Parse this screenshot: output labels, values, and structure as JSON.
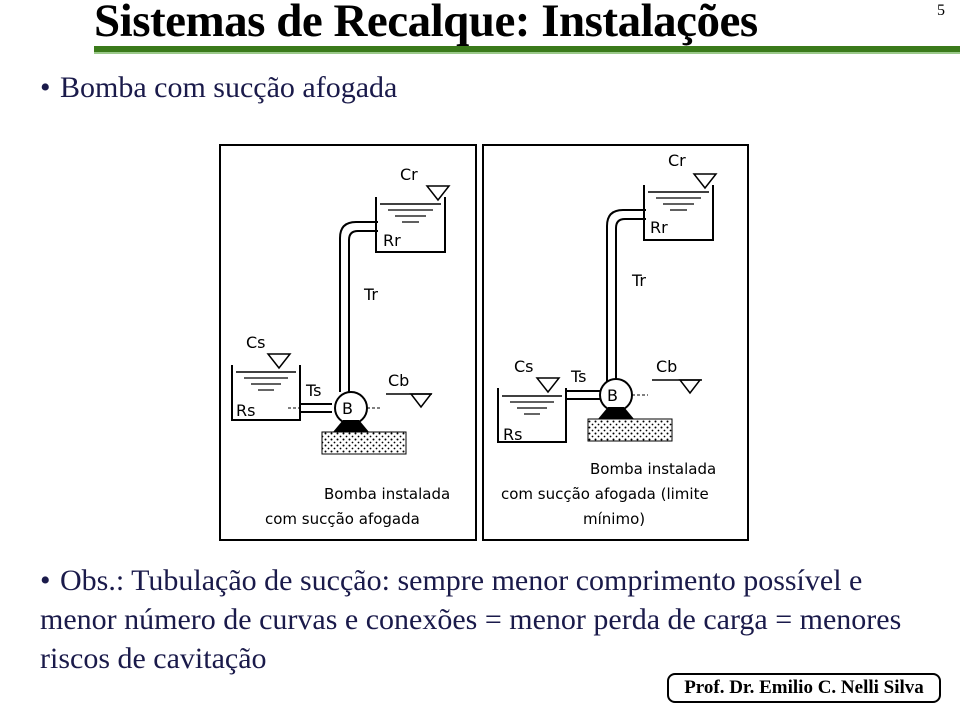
{
  "slide": {
    "title": "Sistemas de Recalque: Instalações",
    "page_number": "5",
    "bullet_1": "Bomba com sucção afogada",
    "bullet_2": "Obs.: Tubulação de sucção: sempre menor comprimento possível e menor número de curvas e conexões = menor perda de carga = menores riscos de cavitação",
    "footer": "Prof. Dr. Emilio C. Nelli Silva"
  },
  "diagram_left": {
    "cr": "Cr",
    "rr": "Rr",
    "tr": "Tr",
    "cs": "Cs",
    "rs": "Rs",
    "ts": "Ts",
    "b": "B",
    "cb": "Cb",
    "caption_1": "Bomba instalada",
    "caption_2": "com sucção afogada"
  },
  "diagram_right": {
    "cr": "Cr",
    "rr": "Rr",
    "tr": "Tr",
    "cs": "Cs",
    "rs": "Rs",
    "ts": "Ts",
    "b": "B",
    "cb": "Cb",
    "caption_1": "Bomba instalada",
    "caption_2": "com sucção afogada (limite",
    "caption_3": "mínimo)"
  }
}
